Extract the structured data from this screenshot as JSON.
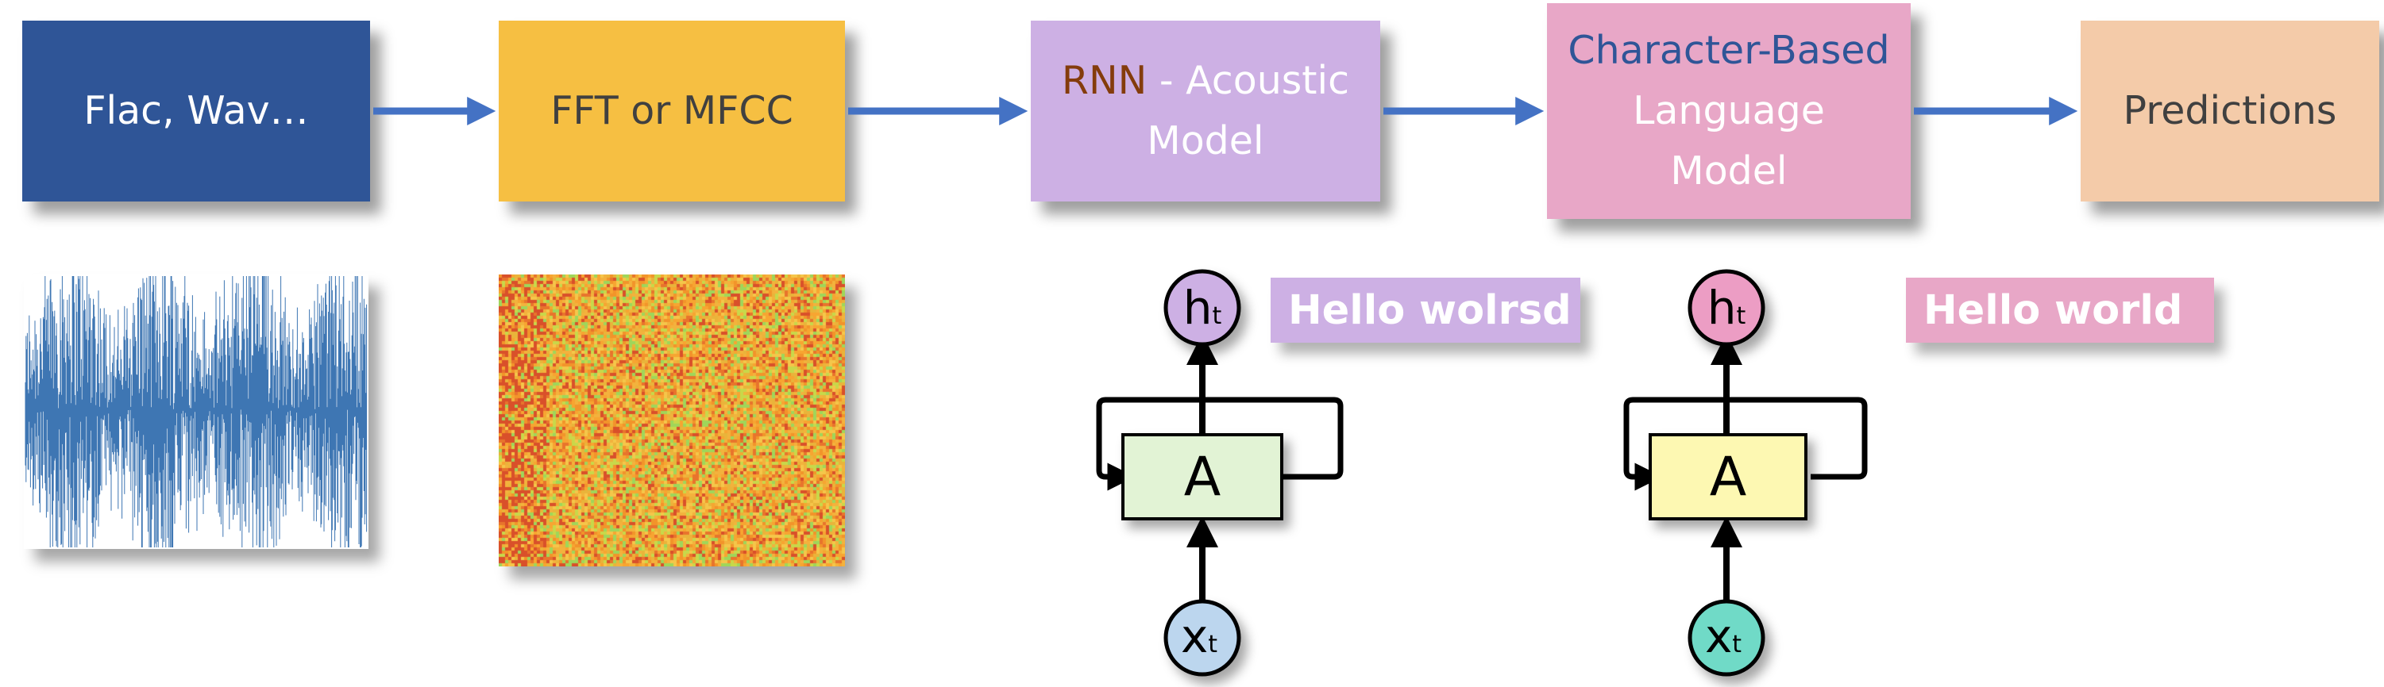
{
  "pipeline": {
    "input": {
      "label": "Flac, Wav…",
      "color": "#2f5597"
    },
    "features": {
      "label": "FFT or MFCC",
      "color": "#f6bf42"
    },
    "acoustic": {
      "rnn": "RNN",
      "dash": " - ",
      "rest_line1": "Acoustic",
      "line2": "Model",
      "color": "#cdb0e4",
      "rnn_color": "#843c0c"
    },
    "language": {
      "line1": "Character-Based",
      "line2": "Language",
      "line3": "Model",
      "color": "#e8a7c7",
      "line1_color": "#2f5597"
    },
    "output": {
      "label": "Predictions",
      "color": "#f4cba9"
    },
    "arrow_color": "#4472c4"
  },
  "acoustic_output": {
    "text": "Hello wolrsd",
    "color": "#cdb0e4"
  },
  "language_output": {
    "text": "Hello world",
    "color": "#e8a7c7"
  },
  "rnn_cells": [
    {
      "cell_label": "A",
      "hidden_label": "h",
      "hidden_sub": "t",
      "input_label": "x",
      "input_sub": "t",
      "cell_color": "#e2f3d5",
      "hidden_color": "#cdb0e4",
      "input_color": "#bcd6ee"
    },
    {
      "cell_label": "A",
      "hidden_label": "h",
      "hidden_sub": "t",
      "input_label": "x",
      "input_sub": "t",
      "cell_color": "#fdf8b2",
      "hidden_color": "#ec9dc4",
      "input_color": "#6fdac7"
    }
  ]
}
